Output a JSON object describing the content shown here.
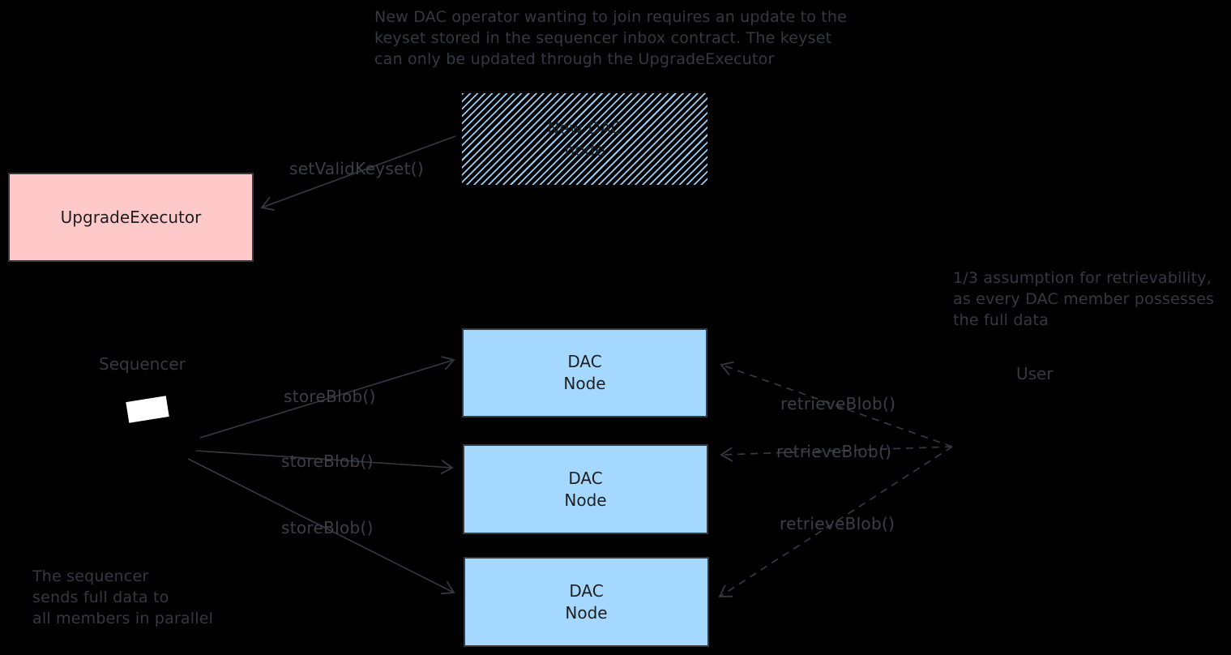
{
  "diagram": {
    "background": "#000000",
    "stroke_color": "#343a40",
    "notes": {
      "top": [
        "New DAC operator wanting to join requires an update to the",
        "keyset stored in the sequencer inbox contract. The keyset",
        "can only be updated through the UpgradeExecutor"
      ],
      "assumption": [
        "1/3 assumption for retrievability,",
        "as every DAC member possesses",
        "the full data"
      ],
      "sequencer_note": [
        "The sequencer",
        "sends full data to",
        "all members in parallel"
      ]
    },
    "actors": {
      "sequencer_label": "Sequencer",
      "user_label": "User"
    },
    "nodes": {
      "upgrade_executor": {
        "label": "UpgradeExecutor",
        "fill": "#ffc9c9"
      },
      "new_dac_node": {
        "line1": "New DAC",
        "line2": "node",
        "hatch_color": "#a5d8ff"
      },
      "dac_node_1": {
        "line1": "DAC",
        "line2": "Node",
        "fill": "#a5d8ff"
      },
      "dac_node_2": {
        "line1": "DAC",
        "line2": "Node",
        "fill": "#a5d8ff"
      },
      "dac_node_3": {
        "line1": "DAC",
        "line2": "Node",
        "fill": "#a5d8ff"
      }
    },
    "edges": {
      "set_valid_keyset_label": "setValidKeyset()",
      "store_blob_labels": [
        "storeBlob()",
        "storeBlob()",
        "storeBlob()"
      ],
      "retrieve_blob_labels": [
        "retrieveBlob()",
        "retrieveBlob()",
        "retrieveBlob()"
      ]
    }
  }
}
